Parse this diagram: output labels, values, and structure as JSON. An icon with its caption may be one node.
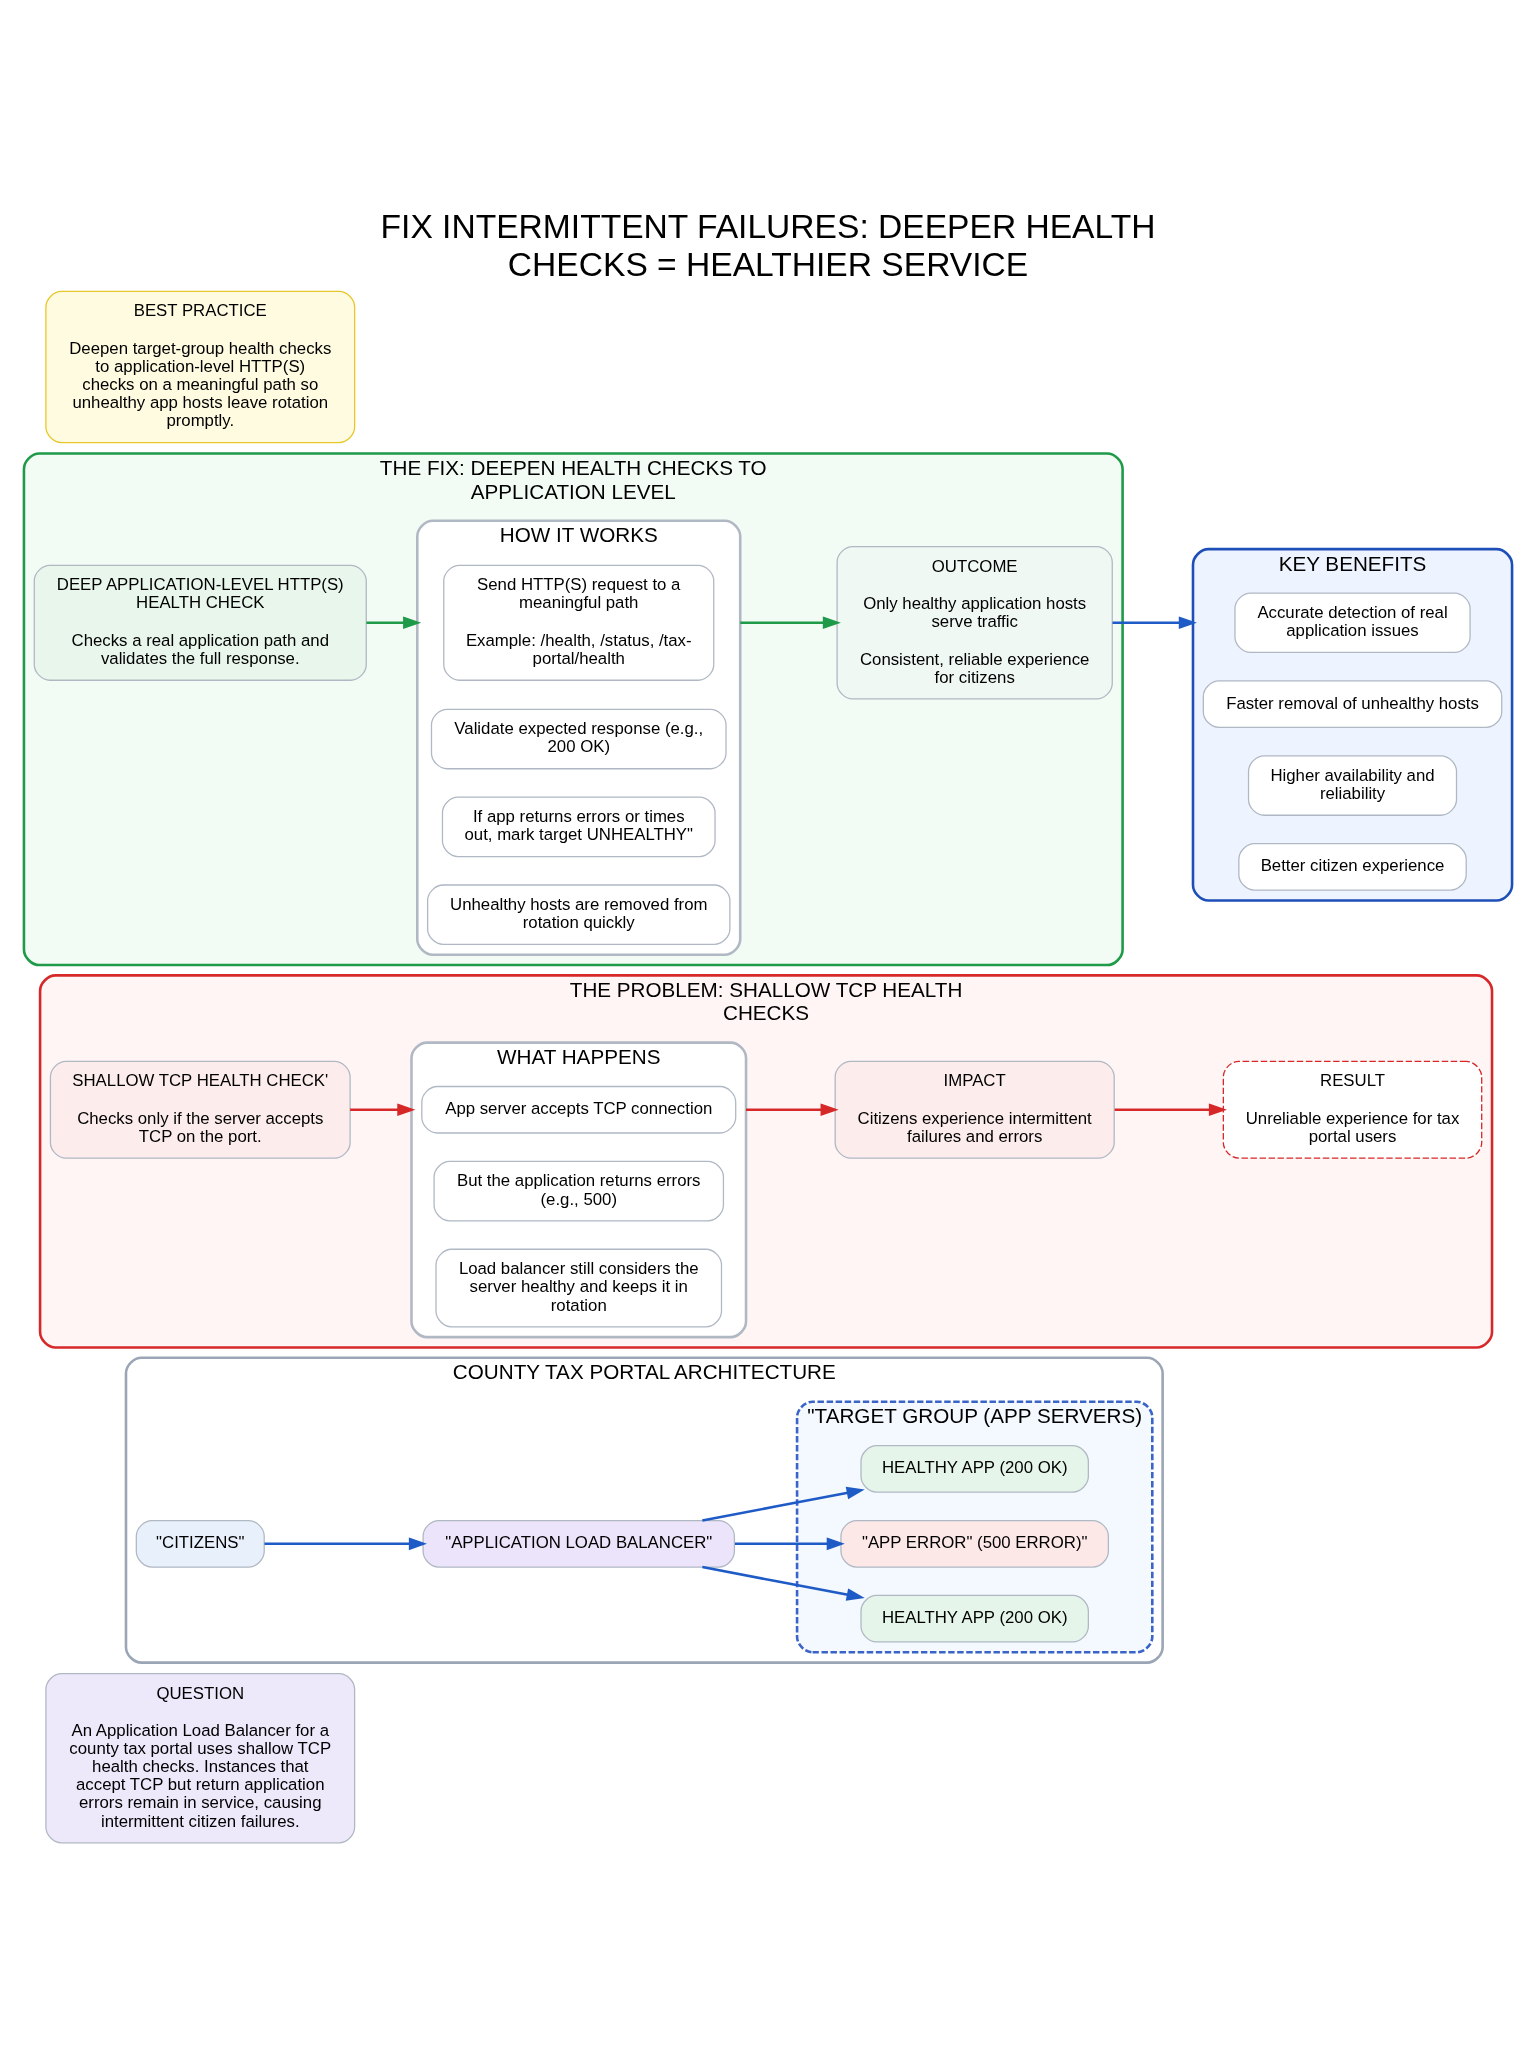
{
  "diagram": {
    "title": "FIX INTERMITTENT FAILURES: DEEPER HEALTH CHECKS = HEALTHIER SERVICE",
    "nodes": [
      {
        "text": [
          "QUESTION",
          "An Application Load Balancer for a county tax portal uses shallow TCP health checks. Instances that accept TCP but return application errors remain in service, causing intermittent citizen failures."
        ]
      },
      {
        "text": [
          "COUNTY TAX PORTAL ARCHITECTURE"
        ]
      },
      {
        "text": [
          "\"CITIZENS\""
        ],
        "in": 1
      },
      {
        "text": [
          "\"APPLICATION LOAD BALANCER\""
        ],
        "in": 1
      },
      {
        "text": [
          "\"TARGET GROUP (APP SERVERS)"
        ],
        "in": 1
      },
      {
        "text": [
          "HEALTHY APP (200 OK)"
        ],
        "in": 4
      },
      {
        "text": [
          "\"APP ERROR\" (500 ERROR)\""
        ],
        "in": 4
      },
      {
        "text": [
          "HEALTHY APP (200 OK)"
        ],
        "in": 4
      },
      {
        "text": [
          "THE PROBLEM: SHALLOW TCP HEALTH CHECKS"
        ]
      },
      {
        "text": [
          "SHALLOW TCP HEALTH CHECK'",
          "Checks only if the server accepts TCP on the port."
        ],
        "in": 8
      },
      {
        "text": [
          "WHAT HAPPENS"
        ],
        "in": 8
      },
      {
        "text": [
          "App server accepts TCP connection"
        ],
        "in": 10
      },
      {
        "text": [
          "But the application returns errors (e.g., 500)"
        ],
        "in": 10
      },
      {
        "text": [
          "Load balancer still considers the server healthy and keeps it in rotation"
        ],
        "in": 10
      },
      {
        "text": [
          "IMPACT",
          "Citizens experience intermittent failures and errors"
        ],
        "in": 8
      },
      {
        "text": [
          "RESULT",
          "Unreliable experience for tax portal users"
        ],
        "in": 8
      },
      {
        "text": [
          "THE FIX: DEEPEN HEALTH CHECKS TO APPLICATION LEVEL"
        ]
      },
      {
        "text": [
          "DEEP APPLICATION-LEVEL HTTP(S) HEALTH CHECK",
          "Checks a real application path and validates the full response."
        ],
        "in": 16
      },
      {
        "text": [
          "HOW IT WORKS"
        ],
        "in": 16
      },
      {
        "text": [
          "Send HTTP(S) request to a meaningful path",
          "Example: /health, /status, /tax-portal/health"
        ],
        "in": 18
      },
      {
        "text": [
          "Validate expected response (e.g., 200 OK)"
        ],
        "in": 18
      },
      {
        "text": [
          "If app returns errors or times out, mark target UNHEALTHY\""
        ],
        "in": 18
      },
      {
        "text": [
          "Unhealthy hosts are removed from rotation quickly"
        ],
        "in": 18
      },
      {
        "text": [
          "OUTCOME",
          "Only healthy application hosts serve traffic",
          "Consistent, reliable experience for citizens"
        ],
        "in": 16
      },
      {
        "text": [
          "KEY BENEFITS"
        ]
      },
      {
        "text": [
          "Accurate detection of real application issues"
        ],
        "in": 24
      },
      {
        "text": [
          "Faster removal of unhealthy hosts"
        ],
        "in": 24
      },
      {
        "text": [
          "Higher availability and reliability"
        ],
        "in": 24
      },
      {
        "text": [
          "Better citizen experience"
        ],
        "in": 24
      },
      {
        "text": [
          "BEST PRACTICE",
          "Deepen target-group health checks to application-level HTTP(S) checks on a meaningful path so unhealthy app hosts leave rotation promptly."
        ]
      }
    ],
    "edges": [
      {
        "from": 2,
        "to": 3,
        "arrow": "to"
      },
      {
        "from": 3,
        "to": 5,
        "arrow": "to"
      },
      {
        "from": 3,
        "to": 6,
        "arrow": "to"
      },
      {
        "from": 3,
        "to": 7,
        "arrow": "to"
      },
      {
        "from": 9,
        "to": 10,
        "arrow": "to",
        "color": "#d62828"
      },
      {
        "from": 10,
        "to": 14,
        "arrow": "to",
        "color": "#d62828"
      },
      {
        "from": 14,
        "to": 15,
        "arrow": "to",
        "color": "#d62828"
      },
      {
        "from": 17,
        "to": 18,
        "arrow": "to",
        "color": "#1e9a48"
      },
      {
        "from": 18,
        "to": 23,
        "arrow": "to",
        "color": "#1e9a48"
      },
      {
        "from": 23,
        "to": 24,
        "arrow": "to"
      }
    ]
  }
}
